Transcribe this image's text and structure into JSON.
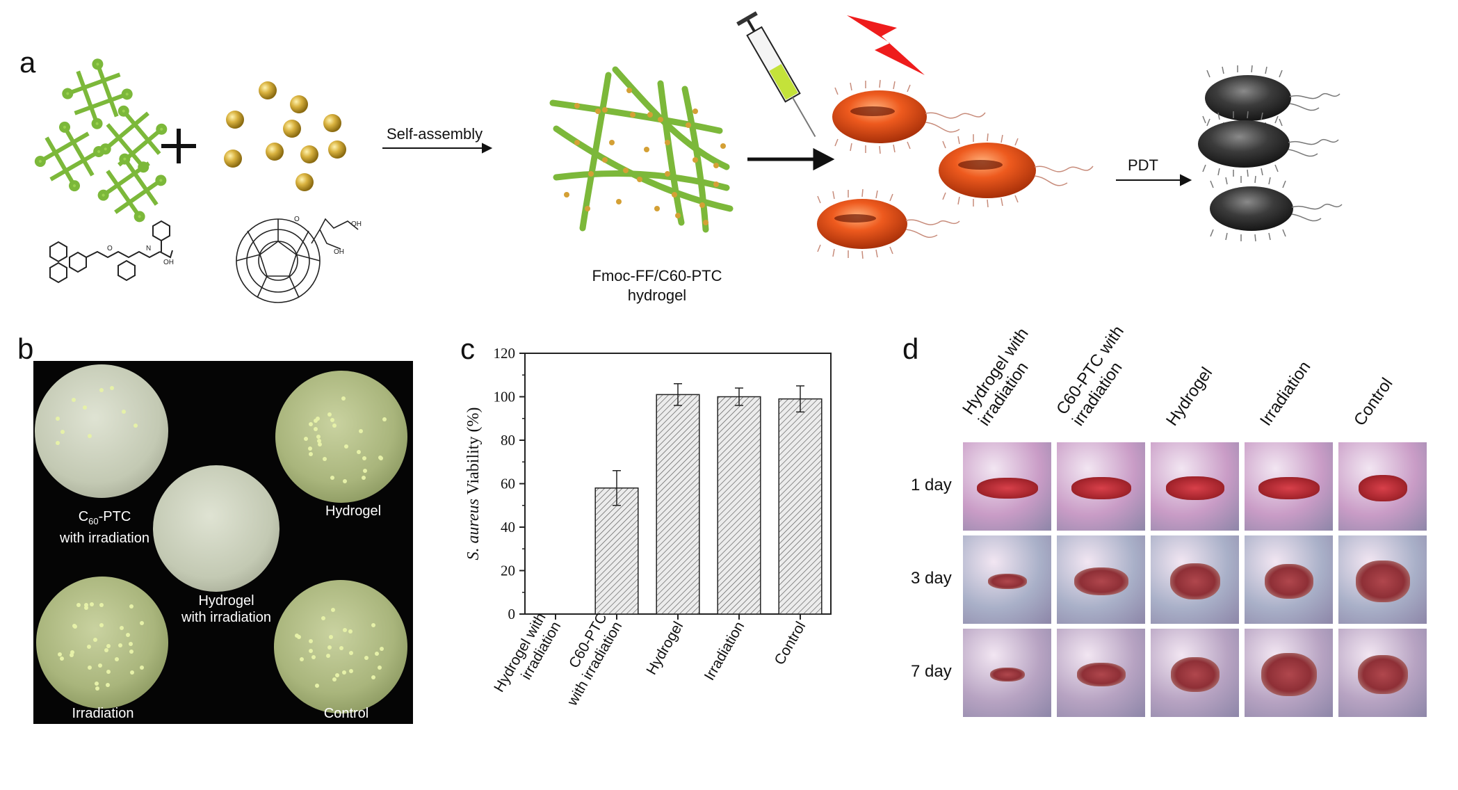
{
  "panels": {
    "a": "a",
    "b": "b",
    "c": "c",
    "d": "d"
  },
  "panel_a": {
    "self_assembly": "Self-assembly",
    "hydrogel_line1": "Fmoc-FF/C60-PTC",
    "hydrogel_line2": "hydrogel",
    "pdt": "PDT",
    "plus": "+"
  },
  "panel_b": {
    "c60_line1": "C",
    "c60_sub": "60",
    "c60_rest": "-PTC",
    "c60_line2": "with irradiation",
    "hydrogel": "Hydrogel",
    "hydrogel_irr_line1": "Hydrogel",
    "hydrogel_irr_line2": "with irradiation",
    "irradiation": "Irradiation",
    "control": "Control"
  },
  "chart_data": {
    "type": "bar",
    "categories": [
      "Hydrogel with irradiation",
      "C60-PTC with irradiation",
      "Hydrogel",
      "Irradiation",
      "Control"
    ],
    "category_lines": [
      [
        "Hydrogel with",
        "irradiation"
      ],
      [
        "C60-PTC",
        "with irradiation"
      ],
      [
        "Hydrogel"
      ],
      [
        "Irradiation"
      ],
      [
        "Control"
      ]
    ],
    "values": [
      0,
      58,
      101,
      100,
      99
    ],
    "errors": [
      0,
      8,
      5,
      4,
      6
    ],
    "ylabel_italic": "S. aureus",
    "ylabel_rest": " Viability (%)",
    "ylim": [
      0,
      120
    ],
    "yticks": [
      0,
      20,
      40,
      60,
      80,
      100,
      120
    ],
    "pattern": "diagonal hatch"
  },
  "panel_d": {
    "columns": [
      [
        "Hydrogel with",
        "irradiation"
      ],
      [
        "C60-PTC with",
        "irradiation"
      ],
      [
        "Hydrogel"
      ],
      [
        "Irradiation"
      ],
      [
        "Control"
      ]
    ],
    "rows": [
      "1 day",
      "3 day",
      "7 day"
    ]
  },
  "colors": {
    "fiber_green": "#7cb83a",
    "sphere_gold": "#c9a233",
    "bacteria_orange": "#e0521c",
    "bacteria_dead": "#3a3a3a",
    "bolt_red": "#ee1c1c",
    "bar_fill": "#d9d9d9",
    "skin_pink": "#c79bc1",
    "wound_red": "#a8262e"
  }
}
